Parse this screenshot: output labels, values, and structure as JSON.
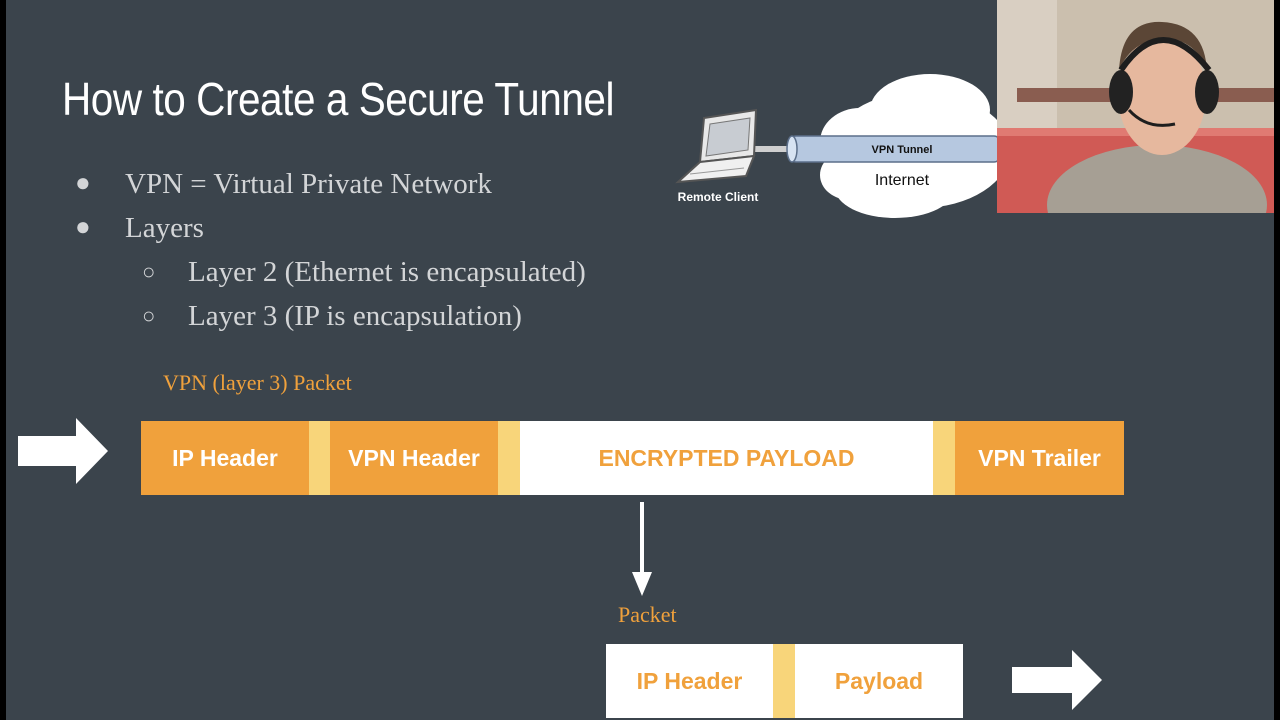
{
  "slide": {
    "title": "How to Create a Secure Tunnel",
    "bullets": [
      "VPN = Virtual Private Network",
      "Layers"
    ],
    "sub_bullets": [
      "Layer 2 (Ethernet is encapsulated)",
      "Layer 3 (IP is encapsulation)"
    ]
  },
  "network_diagram": {
    "remote_client_label": "Remote Client",
    "tunnel_label": "VPN Tunnel",
    "internet_label": "Internet"
  },
  "vpn_packet": {
    "caption": "VPN (layer 3) Packet",
    "segments": [
      "IP Header",
      "VPN Header",
      "ENCRYPTED PAYLOAD",
      "VPN Trailer"
    ]
  },
  "inner_packet": {
    "caption": "Packet",
    "segments": [
      "IP Header",
      "Payload"
    ]
  },
  "colors": {
    "slide_background": "#3b444c",
    "accent_orange": "#f0a13c",
    "separator_yellow": "#f8d57a",
    "bullet_text": "#d3d5d7"
  }
}
